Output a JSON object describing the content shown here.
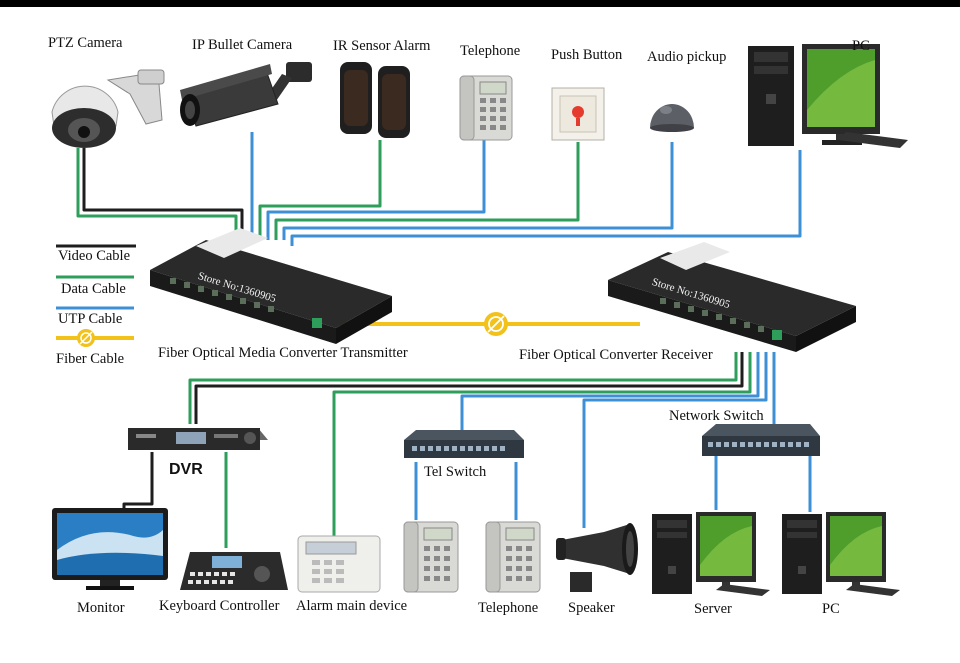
{
  "devices": {
    "ptz_camera": "PTZ Camera",
    "ip_bullet_camera": "IP Bullet Camera",
    "ir_sensor_alarm": "IR Sensor Alarm",
    "telephone_top": "Telephone",
    "push_button": "Push Button",
    "audio_pickup": "Audio pickup",
    "pc_top": "PC",
    "transmitter": "Fiber Optical Media Converter Transmitter",
    "receiver": "Fiber Optical Converter Receiver",
    "dvr": "DVR",
    "monitor": "Monitor",
    "keyboard_controller": "Keyboard Controller",
    "alarm_main_device": "Alarm main device",
    "tel_switch": "Tel Switch",
    "telephone_bottom": "Telephone",
    "speaker": "Speaker",
    "network_switch": "Network Switch",
    "server": "Server",
    "pc_bottom": "PC"
  },
  "watermarks": {
    "transmitter": "Store No:1360905",
    "receiver": "Store No:1360905"
  },
  "legend": {
    "video": {
      "label": "Video Cable",
      "color": "#1a1a1a"
    },
    "data": {
      "label": "Data Cable",
      "color": "#2e9e5b"
    },
    "utp": {
      "label": "UTP Cable",
      "color": "#3d8fd6"
    },
    "fiber": {
      "label": "Fiber Cable",
      "color": "#f2c21a"
    }
  }
}
